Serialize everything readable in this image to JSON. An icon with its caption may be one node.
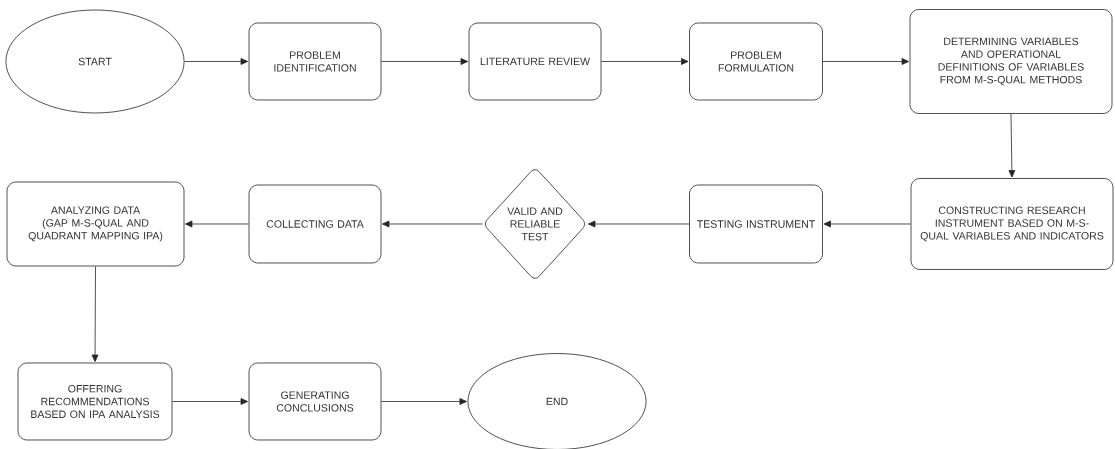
{
  "diagram": {
    "nodes": [
      {
        "text": [
          "START"
        ]
      },
      {
        "text": [
          "PROBLEM IDENTIFICATION"
        ]
      },
      {
        "text": [
          "LITERATURE REVIEW"
        ]
      },
      {
        "text": [
          "PROBLEM FORMULATION"
        ]
      },
      {
        "text": [
          "DETERMINING VARIABLES AND OPERATIONAL DEFINITIONS OF VARIABLES FROM M-S-QUAL METHODS"
        ]
      },
      {
        "text": [
          "CONSTRUCTING RESEARCH INSTRUMENT BASED ON M-S-QUAL VARIABLES AND INDICATORS"
        ]
      },
      {
        "text": [
          "TESTING INSTRUMENT"
        ]
      },
      {
        "text": [
          "VALID AND RELIABLE TEST"
        ]
      },
      {
        "text": [
          "COLLECTING DATA"
        ]
      },
      {
        "text": [
          "ANALYZING DATA (GAP M-S-QUAL AND QUADRANT MAPPING IPA)"
        ]
      },
      {
        "text": [
          "OFFERING RECOMMENDATIONS BASED ON IPA ANALYSIS"
        ]
      },
      {
        "text": [
          "GENERATING CONCLUSIONS"
        ]
      },
      {
        "text": [
          "END"
        ]
      }
    ],
    "edges": [
      {
        "from": 0,
        "to": 1,
        "arrow": "to"
      },
      {
        "from": 1,
        "to": 2,
        "arrow": "to"
      },
      {
        "from": 2,
        "to": 3,
        "arrow": "to"
      },
      {
        "from": 3,
        "to": 4,
        "arrow": "to"
      },
      {
        "from": 4,
        "to": 5,
        "arrow": "to"
      },
      {
        "from": 5,
        "to": 6,
        "arrow": "to"
      },
      {
        "from": 6,
        "to": 7,
        "arrow": "to"
      },
      {
        "from": 7,
        "to": 8,
        "arrow": "to"
      },
      {
        "from": 8,
        "to": 9,
        "arrow": "to"
      },
      {
        "from": 9,
        "to": 10,
        "arrow": "to"
      },
      {
        "from": 10,
        "to": 11,
        "arrow": "to"
      },
      {
        "from": 11,
        "to": 12,
        "arrow": "to"
      }
    ]
  }
}
